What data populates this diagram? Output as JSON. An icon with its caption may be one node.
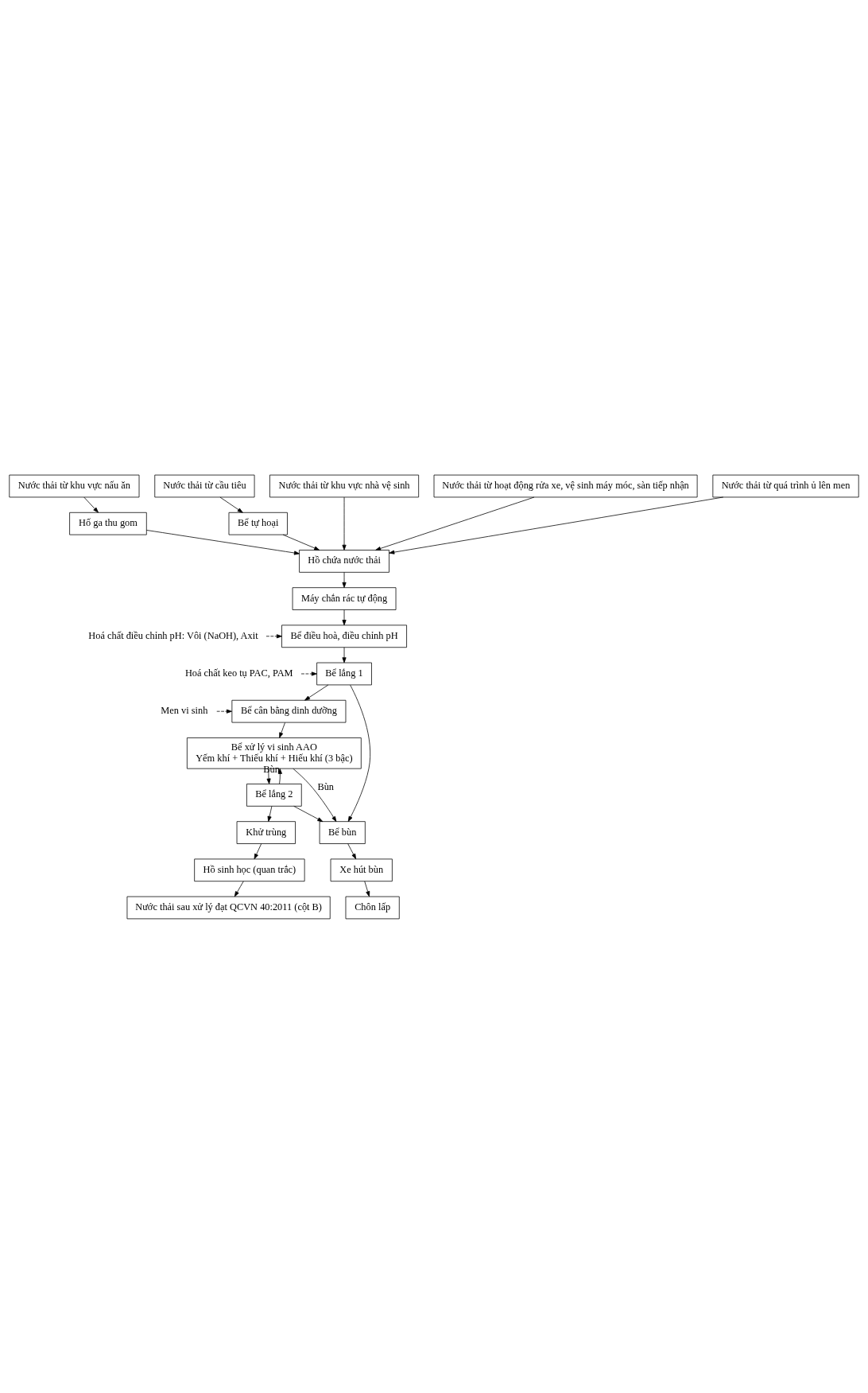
{
  "diagram": {
    "nodes": [
      {
        "text": [
          "Nước thải từ khu vực nấu ăn"
        ]
      },
      {
        "text": [
          "Hố ga thu gom"
        ]
      },
      {
        "text": [
          "Nước thải từ cầu tiêu"
        ]
      },
      {
        "text": [
          "Bể tự hoại"
        ]
      },
      {
        "text": [
          "Nước thải từ khu vực nhà vệ sinh"
        ]
      },
      {
        "text": [
          "Nước thải từ hoạt động rửa xe, vệ sinh máy móc, sàn tiếp nhận"
        ]
      },
      {
        "text": [
          "Nước thải từ quá trình ủ lên men"
        ]
      },
      {
        "text": [
          "Hồ chứa nước thải"
        ]
      },
      {
        "text": [
          "Máy chắn rác tự động"
        ]
      },
      {
        "text": [
          "Hoá chất điều chỉnh pH: Vôi (NaOH), Axit"
        ]
      },
      {
        "text": [
          "Bể điều hoà, điều chỉnh pH"
        ]
      },
      {
        "text": [
          "Hoá chất keo tụ PAC, PAM"
        ]
      },
      {
        "text": [
          "Bể lắng 1"
        ]
      },
      {
        "text": [
          "Men vi sinh"
        ]
      },
      {
        "text": [
          "Bể cân bằng dinh dưỡng"
        ]
      },
      {
        "text": [
          "Bể xử lý vi sinh AAO",
          "Yếm khí + Thiếu khí + Hiếu khí (3 bậc)"
        ]
      },
      {
        "text": [
          "Bể lắng 2"
        ]
      },
      {
        "text": [
          "Khử trùng"
        ]
      },
      {
        "text": [
          "Hồ sinh học (quan trắc)"
        ]
      },
      {
        "text": [
          "Nước thải sau xử lý đạt QCVN 40:2011 (cột B)"
        ]
      },
      {
        "text": [
          "Bể bùn"
        ]
      },
      {
        "text": [
          "Xe hút bùn"
        ]
      },
      {
        "text": [
          "Chôn lấp"
        ]
      }
    ],
    "edges": [
      {
        "from": 0,
        "to": 1,
        "arrow": "to"
      },
      {
        "from": 2,
        "to": 3,
        "arrow": "to"
      },
      {
        "from": 1,
        "to": 7,
        "arrow": "to"
      },
      {
        "from": 3,
        "to": 7,
        "arrow": "to"
      },
      {
        "from": 4,
        "to": 7,
        "arrow": "to"
      },
      {
        "from": 5,
        "to": 7,
        "arrow": "to"
      },
      {
        "from": 6,
        "to": 7,
        "arrow": "to"
      },
      {
        "from": 7,
        "to": 8,
        "arrow": "to"
      },
      {
        "from": 8,
        "to": 10,
        "arrow": "to"
      },
      {
        "from": 9,
        "to": 10,
        "arrow": "to",
        "style": "dashed"
      },
      {
        "from": 10,
        "to": 12,
        "arrow": "to"
      },
      {
        "from": 11,
        "to": 12,
        "arrow": "to",
        "style": "dashed"
      },
      {
        "from": 12,
        "to": 14,
        "arrow": "to"
      },
      {
        "from": 13,
        "to": 14,
        "arrow": "to",
        "style": "dashed"
      },
      {
        "from": 12,
        "to": 20,
        "arrow": "to"
      },
      {
        "from": 14,
        "to": 15,
        "arrow": "to"
      },
      {
        "from": 15,
        "to": 20,
        "arrow": "to",
        "label": "Bùn"
      },
      {
        "from": 15,
        "to": 16,
        "arrow": "to"
      },
      {
        "from": 16,
        "to": 15,
        "arrow": "to",
        "label": "Bùn"
      },
      {
        "from": 16,
        "to": 20,
        "arrow": "to"
      },
      {
        "from": 16,
        "to": 17,
        "arrow": "to"
      },
      {
        "from": 17,
        "to": 18,
        "arrow": "to"
      },
      {
        "from": 18,
        "to": 19,
        "arrow": "to"
      },
      {
        "from": 20,
        "to": 21,
        "arrow": "to"
      },
      {
        "from": 21,
        "to": 22,
        "arrow": "to"
      }
    ]
  }
}
